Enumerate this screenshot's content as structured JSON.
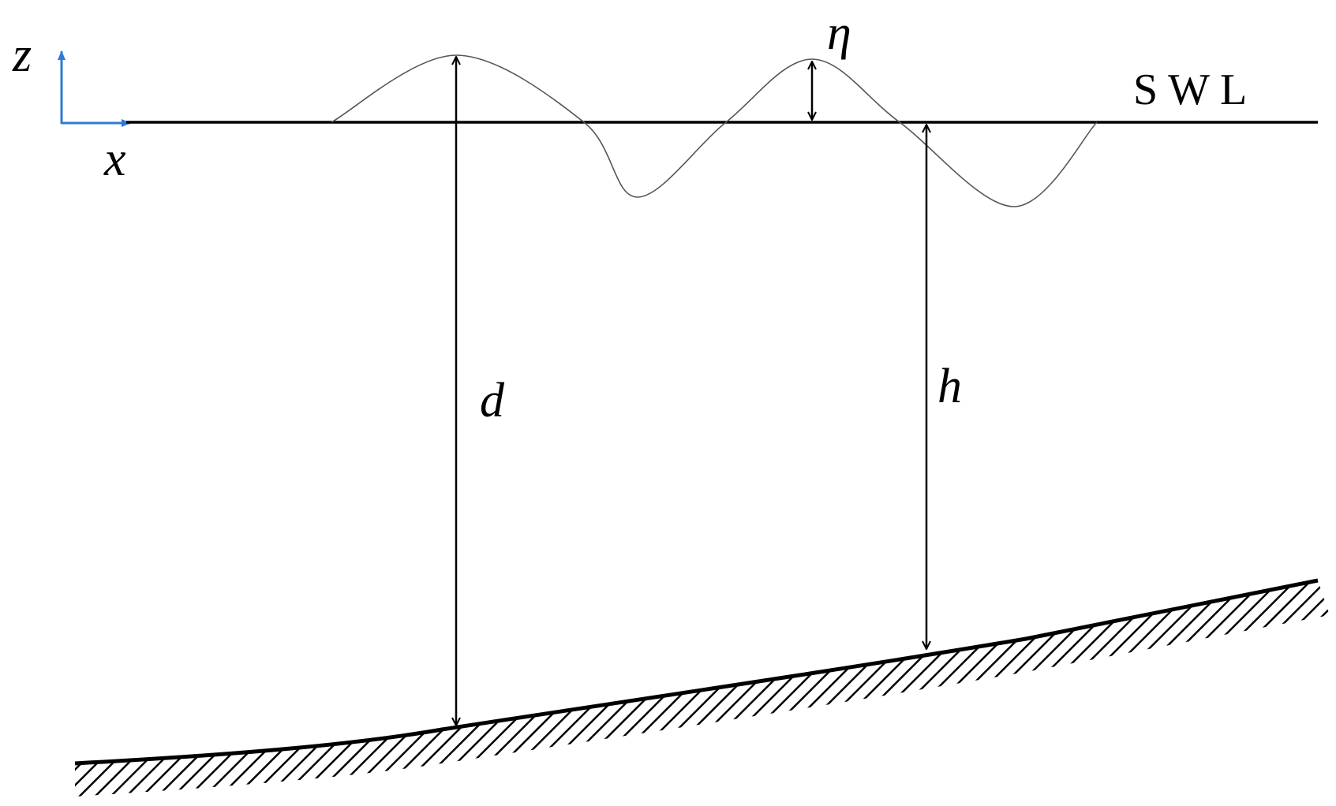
{
  "axes": {
    "z_label": "z",
    "x_label": "x",
    "color": "#2f7bd4"
  },
  "labels": {
    "eta": "η",
    "swl": "S W L",
    "d": "d",
    "h": "h"
  },
  "colors": {
    "ink": "#000000",
    "wave": "#555555"
  }
}
